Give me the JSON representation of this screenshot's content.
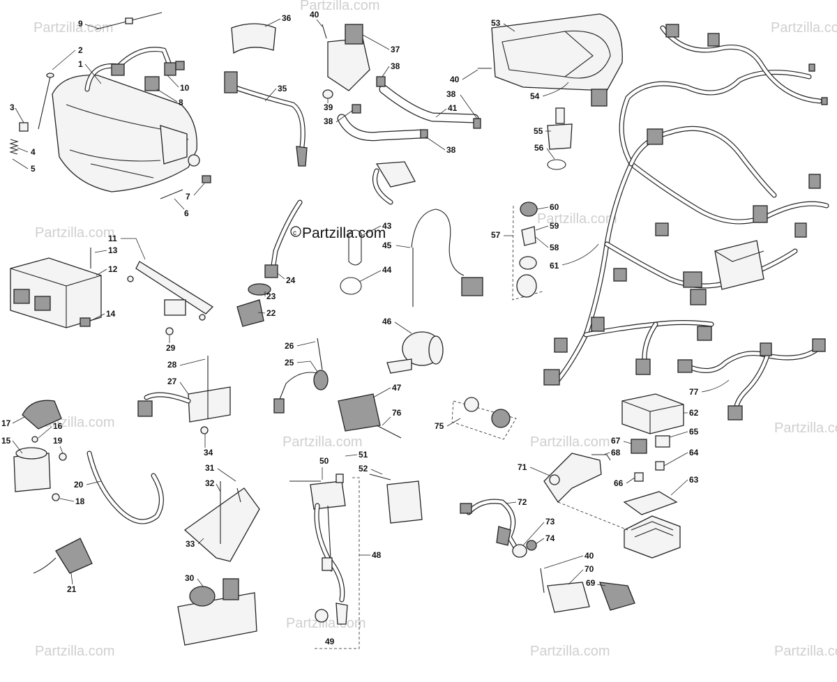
{
  "brand": "Partzilla.com",
  "watermark": "Partzilla.com",
  "callouts": [
    "1",
    "2",
    "3",
    "4",
    "5",
    "6",
    "7",
    "8",
    "9",
    "10",
    "11",
    "12",
    "13",
    "14",
    "15",
    "16",
    "17",
    "18",
    "19",
    "20",
    "21",
    "22",
    "23",
    "24",
    "25",
    "26",
    "27",
    "28",
    "29",
    "30",
    "31",
    "32",
    "33",
    "34",
    "35",
    "36",
    "37",
    "38",
    "39",
    "40",
    "41",
    "43",
    "44",
    "45",
    "46",
    "47",
    "48",
    "49",
    "50",
    "51",
    "52",
    "53",
    "54",
    "55",
    "56",
    "57",
    "58",
    "59",
    "60",
    "61",
    "62",
    "63",
    "64",
    "65",
    "66",
    "67",
    "68",
    "69",
    "70",
    "71",
    "72",
    "73",
    "74",
    "75",
    "76",
    "77"
  ]
}
